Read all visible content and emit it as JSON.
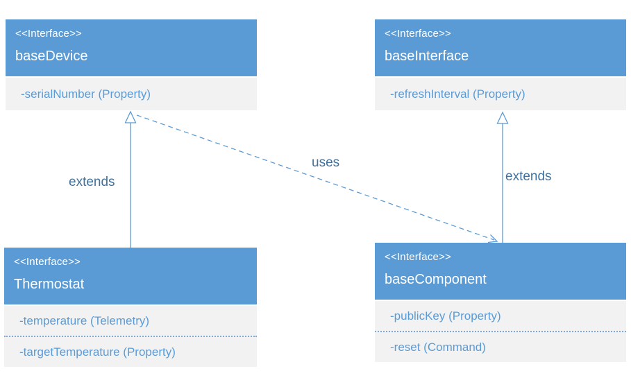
{
  "diagram": {
    "type": "uml-interface-diagram",
    "colors": {
      "header_fill": "#5B9BD5",
      "header_text": "#FFFFFF",
      "body_fill": "#F2F2F2",
      "member_text": "#5B9BD5",
      "edge_line": "#5B9BD5",
      "edge_label_text": "#41719C",
      "background": "#FFFFFF"
    },
    "nodes": [
      {
        "id": "baseDevice",
        "stereotype": "<<Interface>>",
        "name": "baseDevice",
        "members": [
          "-serialNumber (Property)"
        ]
      },
      {
        "id": "baseInterface",
        "stereotype": "<<Interface>>",
        "name": "baseInterface",
        "members": [
          "-refreshInterval (Property)"
        ]
      },
      {
        "id": "Thermostat",
        "stereotype": "<<Interface>>",
        "name": "Thermostat",
        "members": [
          "-temperature (Telemetry)",
          "-targetTemperature (Property)"
        ]
      },
      {
        "id": "baseComponent",
        "stereotype": "<<Interface>>",
        "name": "baseComponent",
        "members": [
          "-publicKey (Property)",
          "-reset (Command)"
        ]
      }
    ],
    "edges": [
      {
        "from": "Thermostat",
        "to": "baseDevice",
        "label": "extends",
        "line": "solid",
        "arrowhead": "hollow-triangle"
      },
      {
        "from": "baseComponent",
        "to": "baseInterface",
        "label": "extends",
        "line": "solid",
        "arrowhead": "hollow-triangle"
      },
      {
        "from": "baseDevice",
        "to": "baseComponent",
        "label": "uses",
        "line": "dashed",
        "arrowhead": "open"
      }
    ]
  }
}
